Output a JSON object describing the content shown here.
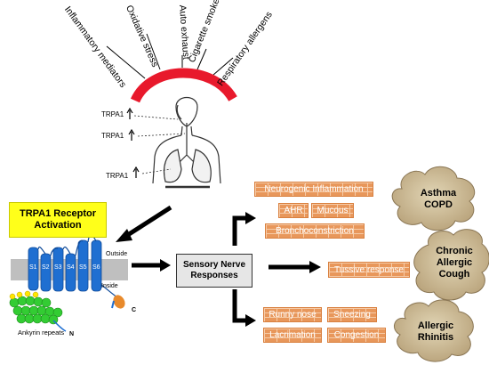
{
  "stimuli": [
    "Inflammatory mediators",
    "Oxidative stress",
    "Auto exhaust",
    "Cigarette smoke",
    "Respiratory allergens"
  ],
  "trpa1_labels": [
    "TRPA1",
    "TRPA1",
    "TRPA1"
  ],
  "receptor_box": {
    "line1": "TRPA1 Receptor",
    "line2": "Activation"
  },
  "membrane": {
    "outside": "Outside",
    "inside": "Inside",
    "segments": [
      "S1",
      "S2",
      "S3",
      "S4",
      "S5",
      "S6"
    ],
    "c_term": "C",
    "n_term": "N",
    "ankyrin": "Ankyrin repeats"
  },
  "sensory_box": {
    "line1": "Sensory Nerve",
    "line2": "Responses"
  },
  "responses_top": {
    "main": "Neurogenic Inflammation",
    "a": "AHR",
    "b": "Mucous",
    "c": "Bronchoconstriction"
  },
  "responses_mid": {
    "main": "Tussive response"
  },
  "responses_bottom": {
    "a": "Runny nose",
    "b": "Sneezing",
    "c": "Lacrimation",
    "d": "Congestion"
  },
  "diseases": {
    "top": {
      "line1": "Asthma",
      "line2": "COPD"
    },
    "mid": {
      "line1": "Chronic",
      "line2": "Allergic",
      "line3": "Cough"
    },
    "bottom": {
      "line1": "Allergic",
      "line2": "Rhinitis"
    }
  },
  "colors": {
    "arc": "#e8192c",
    "brick": "#e8975b",
    "helix": "#1f6fd1",
    "ankyrin": "#33cc33",
    "box_yellow": "#ffff1a",
    "cloud": "#c8b690"
  }
}
